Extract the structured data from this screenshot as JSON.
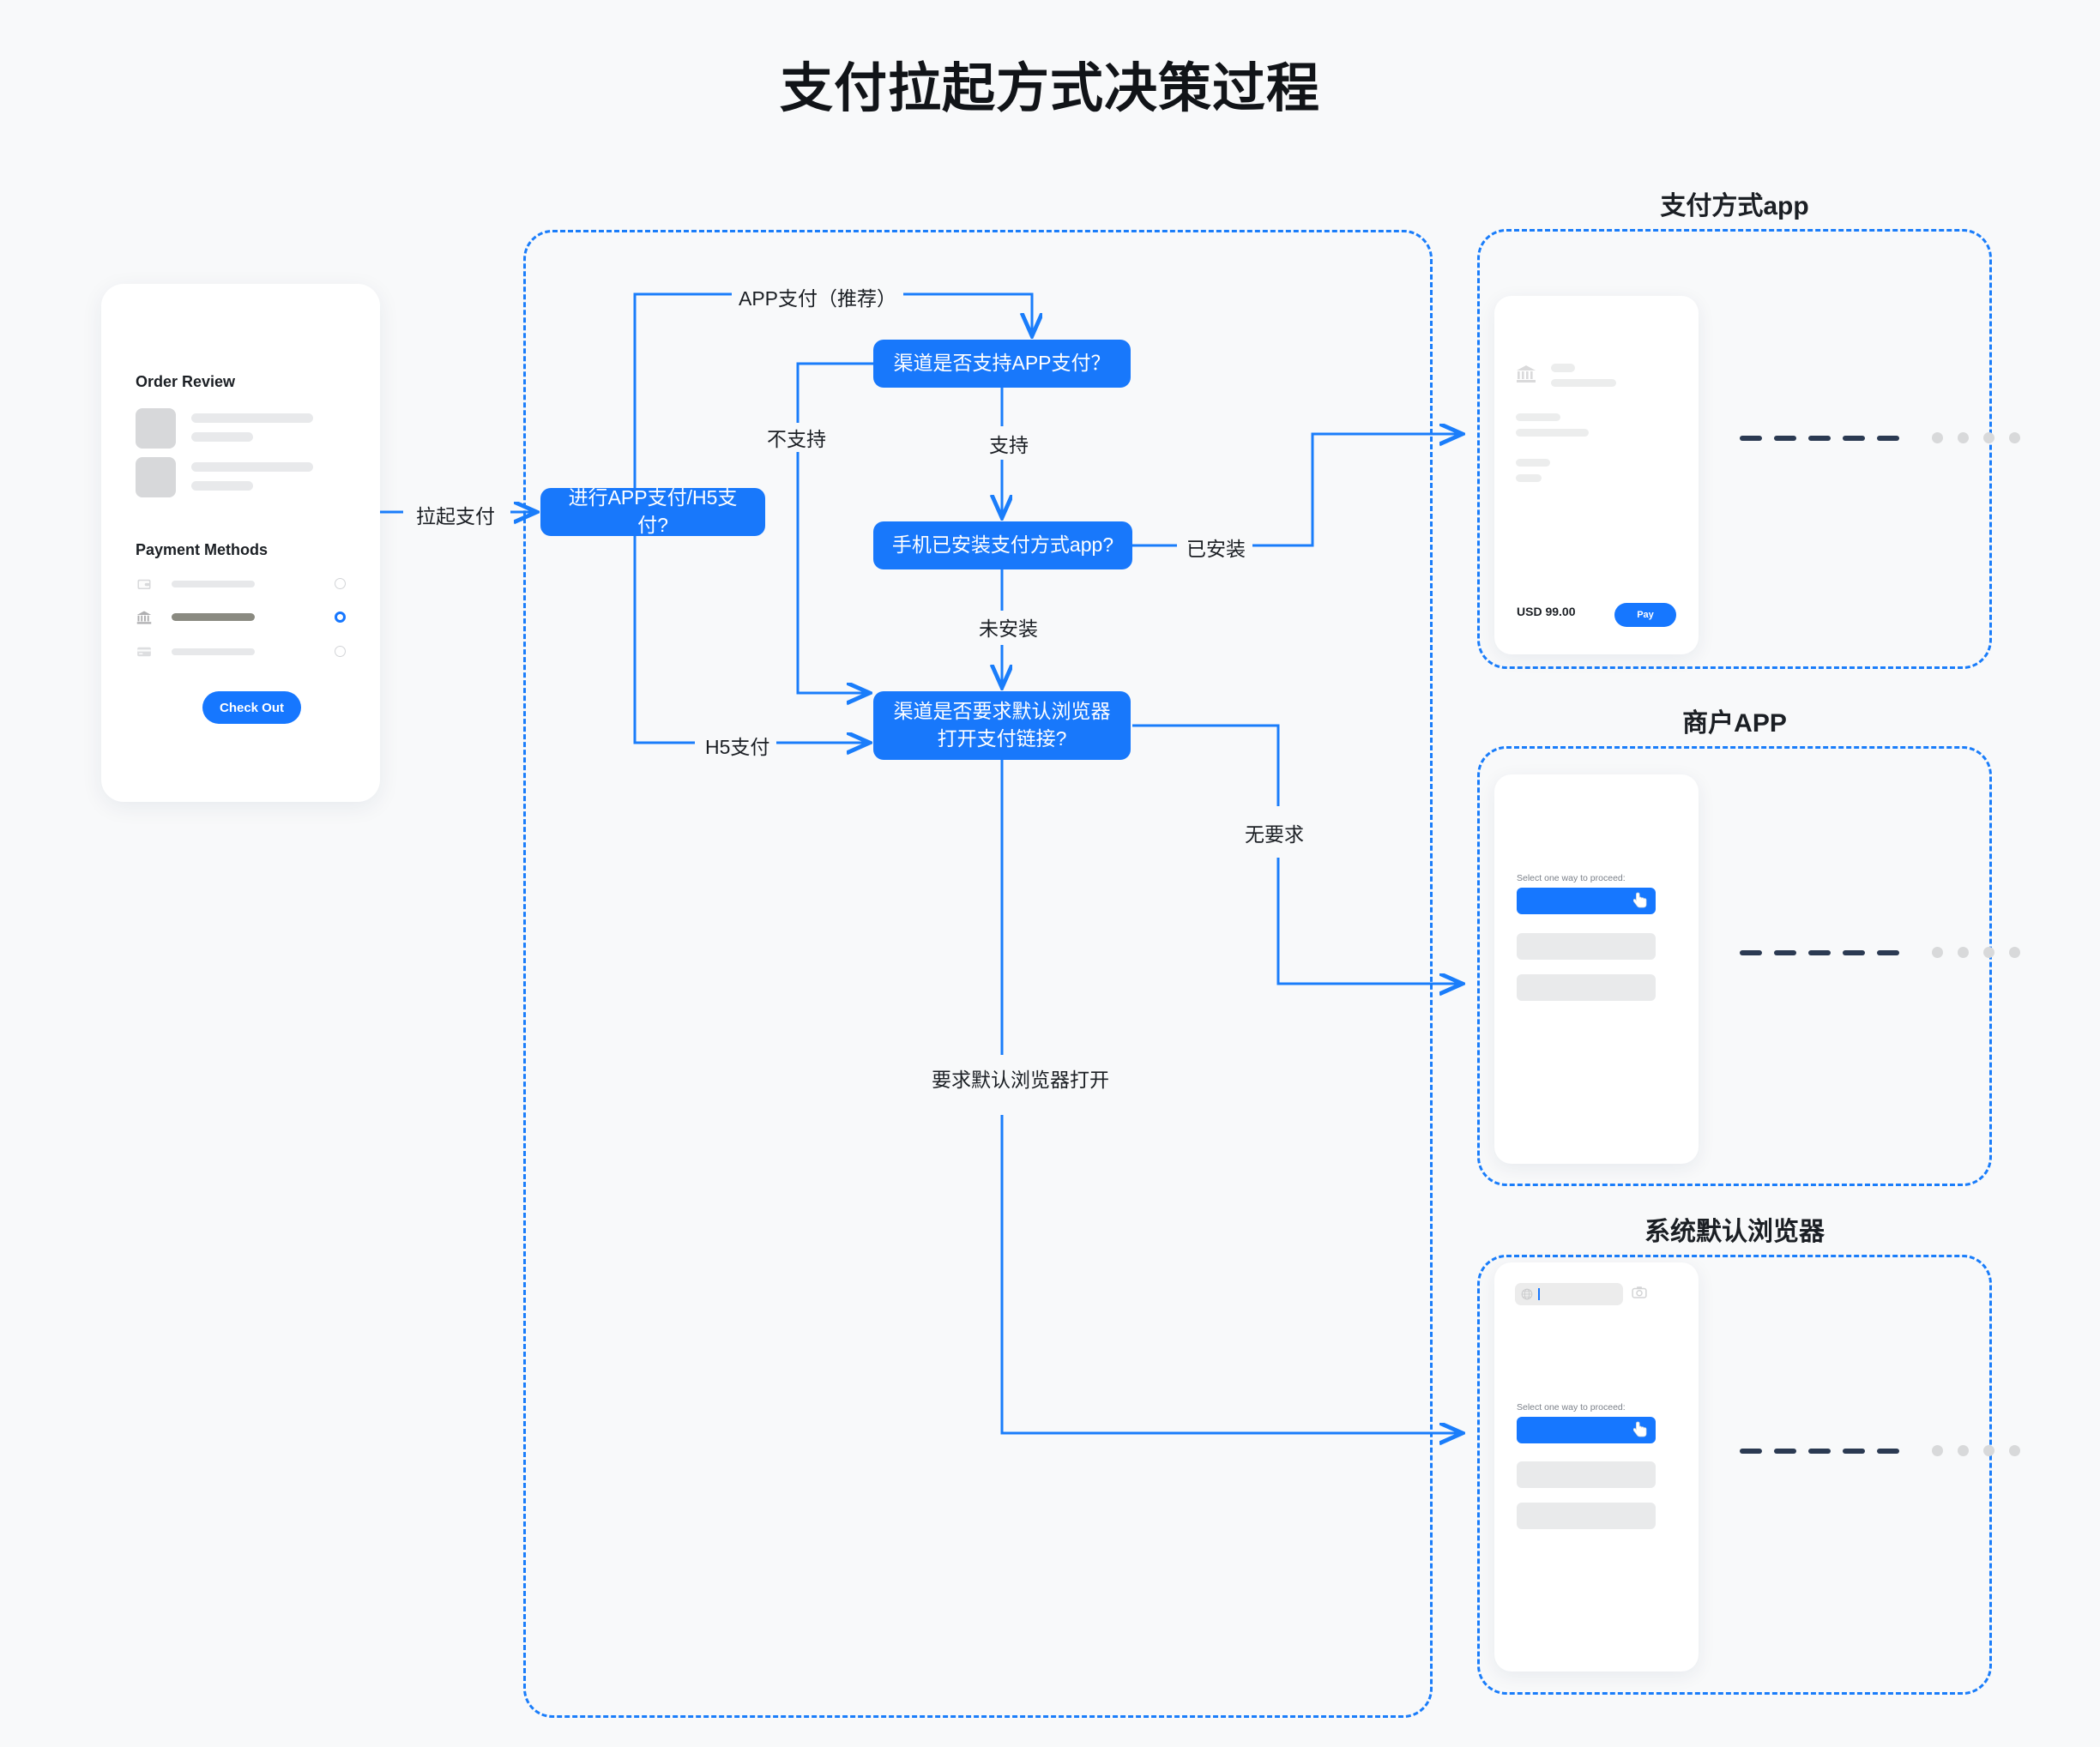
{
  "page": {
    "title": "支付拉起方式决策过程",
    "accent_color": "#1677ff",
    "line_color": "#1a7dfa",
    "background": "#f8f9fa"
  },
  "checkout_phone": {
    "order_review_title": "Order Review",
    "payment_methods_title": "Payment Methods",
    "checkout_button": "Check Out",
    "payment_methods": [
      {
        "icon": "wallet-icon",
        "selected": false
      },
      {
        "icon": "bank-icon",
        "selected": true
      },
      {
        "icon": "card-icon",
        "selected": false
      }
    ]
  },
  "flow": {
    "entry_label": "拉起支付",
    "nodes": [
      {
        "id": "start",
        "text": "进行APP支付/H5支付?"
      },
      {
        "id": "q1",
        "text": "渠道是否支持APP支付？"
      },
      {
        "id": "q2",
        "text": "手机已安装支付方式app?"
      },
      {
        "id": "q3",
        "text": "渠道是否要求默认浏览器打开支付链接?"
      }
    ],
    "edge_labels": {
      "app_pay": "APP支付（推荐）",
      "h5_pay": "H5支付",
      "not_support": "不支持",
      "support": "支持",
      "installed": "已安装",
      "not_installed": "未安装",
      "no_requirement": "无要求",
      "require_default_browser": "要求默认浏览器打开"
    }
  },
  "panels": [
    {
      "id": "payapp",
      "label": "支付方式app",
      "amount": "USD 99.00",
      "pay_button": "Pay"
    },
    {
      "id": "mchapp",
      "label": "商户APP",
      "select_prompt": "Select one way to proceed:"
    },
    {
      "id": "browser",
      "label": "系统默认浏览器",
      "select_prompt": "Select one way to proceed:"
    }
  ]
}
